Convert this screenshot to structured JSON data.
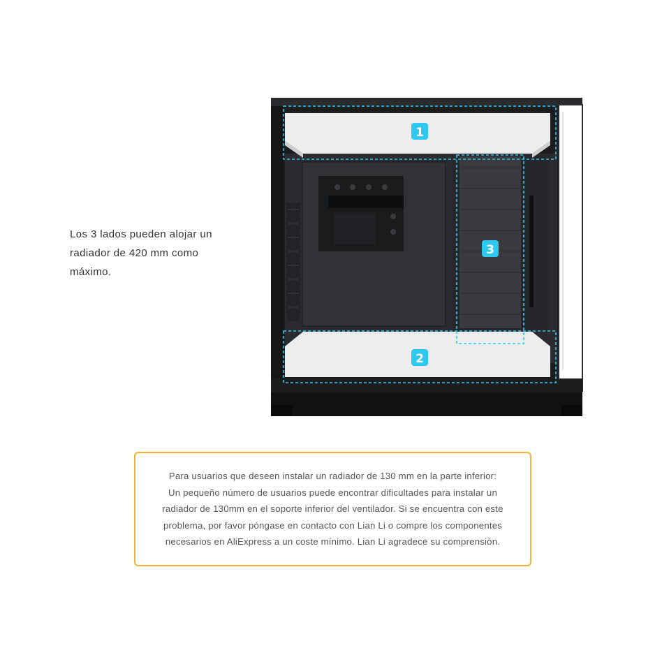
{
  "description": {
    "lines": [
      "Los 3 lados pueden alojar un",
      "radiador de 420 mm como",
      "máximo."
    ]
  },
  "case_image": {
    "badges": [
      "1",
      "2",
      "3"
    ],
    "accent_color": "#2ec8f0",
    "case_color": "#1f2022",
    "highlight_color": "#ececec"
  },
  "notice": {
    "border_color": "#f5b23a",
    "lines": [
      "Para usuarios que deseen instalar un radiador de 130 mm en la parte inferior:",
      "Un pequeño número de usuarios puede encontrar dificultades para instalar un",
      "radiador de 130mm en el soporte inferior del ventilador. Si se encuentra con este",
      "problema, por favor póngase en contacto con Lian Li o compre los componentes",
      "necesarios en AliExpress a un coste mínimo. Lian Li agradece su comprensión."
    ]
  }
}
